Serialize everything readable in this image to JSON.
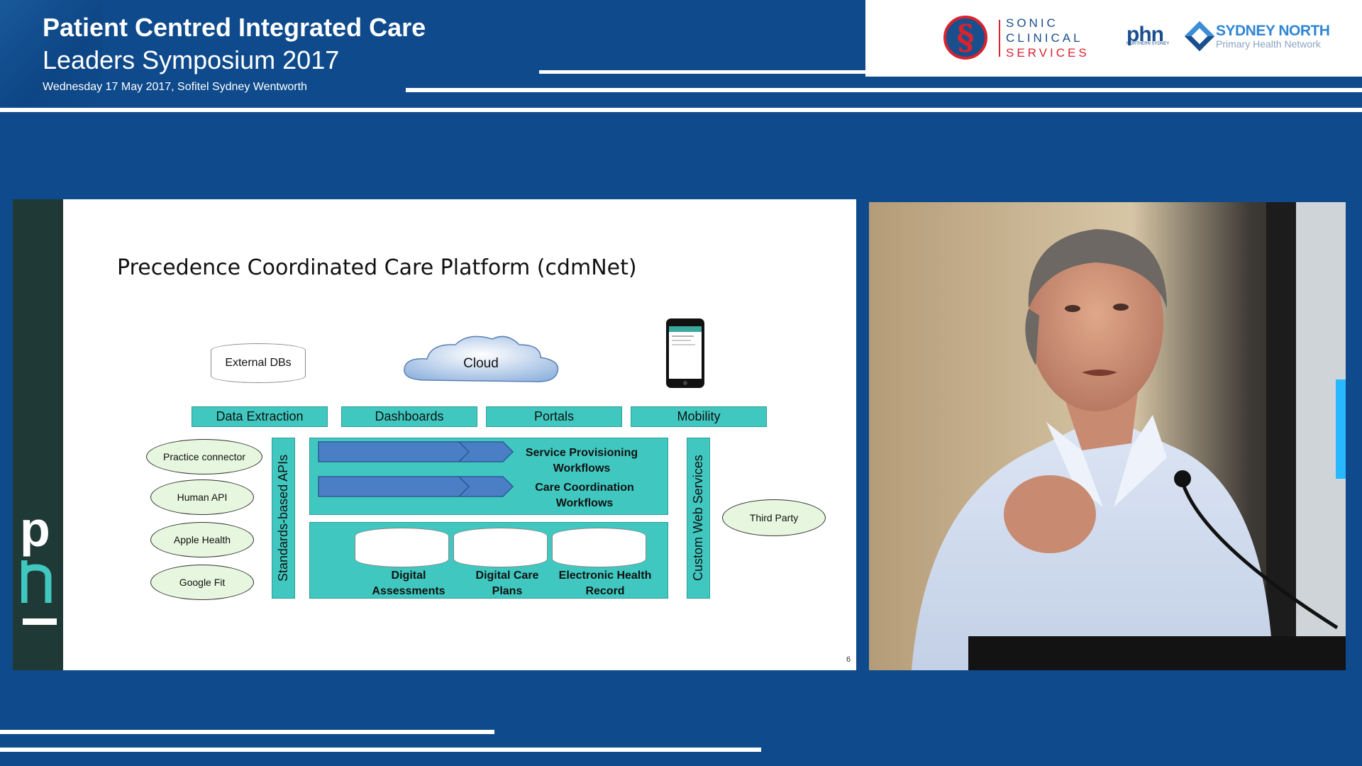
{
  "header": {
    "title_line1": "Patient Centred Integrated Care",
    "title_line2": "Leaders Symposium 2017",
    "subtitle": "Wednesday 17 May 2017, Sofitel Sydney Wentworth"
  },
  "logos": {
    "sonic": [
      "SONIC",
      "CLINICAL",
      "SERVICES"
    ],
    "phn": "phn",
    "phn_sub": "NORTHERN SYDNEY",
    "sydney_north_title": "SYDNEY NORTH",
    "sydney_north_sub": "Primary Health Network"
  },
  "slide": {
    "title": "Precedence Coordinated Care Platform (cdmNet)",
    "page_number": "6",
    "external_dbs": "External DBs",
    "cloud": "Cloud",
    "top_buttons": [
      "Data Extraction",
      "Dashboards",
      "Portals",
      "Mobility"
    ],
    "left_ovals": [
      "Practice connector",
      "Human API",
      "Apple Health",
      "Google Fit"
    ],
    "standards_label": "Standards-based APIs",
    "custom_ws_label": "Custom Web Services",
    "workflows": [
      "Service Provisioning Workflows",
      "Care Coordination Workflows"
    ],
    "records": [
      "Digital Assessments",
      "Digital Care Plans",
      "Electronic Health Record"
    ],
    "third_party": "Third Party"
  },
  "colors": {
    "background": "#0f4b8c",
    "teal": "#40c8c0",
    "arrow": "#4a7fc6",
    "oval_fill": "#e7f7df"
  }
}
